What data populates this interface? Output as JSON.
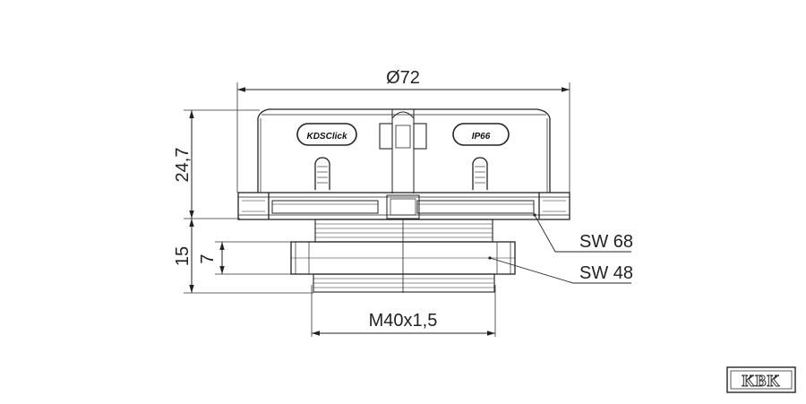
{
  "drawing": {
    "dimensions": {
      "diameter": "Ø72",
      "height_total": "24,7",
      "height_thread": "15",
      "height_nut": "7",
      "thread": "M40x1,5"
    },
    "callouts": {
      "wrench_top": "SW 68",
      "wrench_nut": "SW 48"
    },
    "cap_labels": {
      "brand": "KDSClick",
      "rating": "IP66"
    },
    "logo": "KBK"
  }
}
